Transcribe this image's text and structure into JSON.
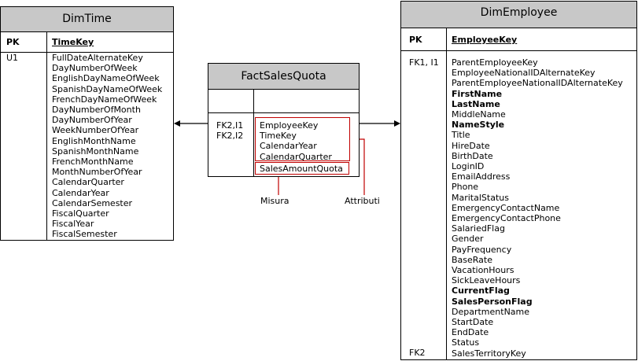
{
  "dim_time": {
    "title": "DimTime",
    "pk_label": "PK",
    "pk_field": "TimeKey",
    "key_tag": "U1",
    "fields": [
      "FullDateAlternateKey",
      "DayNumberOfWeek",
      "EnglishDayNameOfWeek",
      "SpanishDayNameOfWeek",
      "FrenchDayNameOfWeek",
      "DayNumberOfMonth",
      "DayNumberOfYear",
      "WeekNumberOfYear",
      "EnglishMonthName",
      "SpanishMonthName",
      "FrenchMonthName",
      "MonthNumberOfYear",
      "CalendarQuarter",
      "CalendarYear",
      "CalendarSemester",
      "FiscalQuarter",
      "FiscalYear",
      "FiscalSemester"
    ]
  },
  "fact_sales_quota": {
    "title": "FactSalesQuota",
    "key_tag_1": "FK2,I1",
    "key_tag_2": "FK2,I2",
    "attribute_fields": [
      "EmployeeKey",
      "TimeKey",
      "CalendarYear",
      "CalendarQuarter"
    ],
    "measure_field": "SalesAmountQuota"
  },
  "dim_employee": {
    "title": "DimEmployee",
    "pk_label": "PK",
    "pk_field": "EmployeeKey",
    "key_tag_top": "FK1, I1",
    "key_tag_bottom": "FK2",
    "fields": [
      {
        "name": "ParentEmployeeKey",
        "bold": false
      },
      {
        "name": "EmployeeNationalIDAlternateKey",
        "bold": false
      },
      {
        "name": "ParentEmployeeNationalIDAlternateKey",
        "bold": false
      },
      {
        "name": "FirstName",
        "bold": true
      },
      {
        "name": "LastName",
        "bold": true
      },
      {
        "name": "MiddleName",
        "bold": false
      },
      {
        "name": "NameStyle",
        "bold": true
      },
      {
        "name": "Title",
        "bold": false
      },
      {
        "name": "HireDate",
        "bold": false
      },
      {
        "name": "BirthDate",
        "bold": false
      },
      {
        "name": "LoginID",
        "bold": false
      },
      {
        "name": "EmailAddress",
        "bold": false
      },
      {
        "name": "Phone",
        "bold": false
      },
      {
        "name": "MaritalStatus",
        "bold": false
      },
      {
        "name": "EmergencyContactName",
        "bold": false
      },
      {
        "name": "EmergencyContactPhone",
        "bold": false
      },
      {
        "name": "SalariedFlag",
        "bold": false
      },
      {
        "name": "Gender",
        "bold": false
      },
      {
        "name": "PayFrequency",
        "bold": false
      },
      {
        "name": "BaseRate",
        "bold": false
      },
      {
        "name": "VacationHours",
        "bold": false
      },
      {
        "name": "SickLeaveHours",
        "bold": false
      },
      {
        "name": "CurrentFlag",
        "bold": true
      },
      {
        "name": "SalesPersonFlag",
        "bold": true
      },
      {
        "name": "DepartmentName",
        "bold": false
      },
      {
        "name": "StartDate",
        "bold": false
      },
      {
        "name": "EndDate",
        "bold": false
      },
      {
        "name": "Status",
        "bold": false
      },
      {
        "name": "SalesTerritoryKey",
        "bold": false
      }
    ]
  },
  "annotations": {
    "measure_label": "Misura",
    "attributes_label": "Attributi"
  },
  "colors": {
    "header_fill": "#c8c8c8",
    "highlight": "#c00000",
    "line": "#000000"
  }
}
